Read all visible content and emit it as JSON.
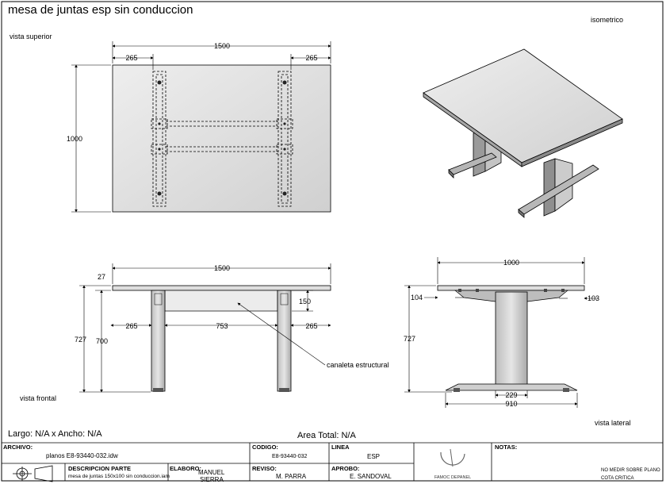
{
  "document": {
    "title": "mesa de juntas esp sin conduccion",
    "views": {
      "top": "vista superior",
      "iso": "isometrico",
      "front": "vista frontal",
      "side": "vista lateral"
    },
    "dimensions": {
      "top_width": "1500",
      "top_depth": "1000",
      "top_left_offset": "265",
      "top_right_offset": "265",
      "front_width": "1500",
      "front_thickness": "27",
      "front_total_height": "727",
      "front_leg_height": "700",
      "front_beam_height": "150",
      "front_left": "265",
      "front_center": "753",
      "front_right": "265",
      "side_width": "1000",
      "side_left": "104",
      "side_right": "103",
      "side_height": "727",
      "side_foot_inner": "229",
      "side_foot_outer": "910"
    },
    "annotation": "canaleta estructural",
    "summary": {
      "size": "Largo: N/A x Ancho: N/A",
      "area": "Area Total: N/A"
    },
    "title_block": {
      "archivo_label": "ARCHIVO:",
      "archivo_value": "planos E8-93440-032.idw",
      "codigo_label": "CODIGO:",
      "codigo_value": "E8-93440-032",
      "linea_label": "LINEA",
      "linea_value": "ESP",
      "notas_label": "NOTAS:",
      "descripcion_label": "DESCRIPCION PARTE",
      "descripcion_value": "mesa de juntas 150x100 sin conduccion.iam",
      "elaboro_label": "ELABORO:",
      "elaboro_value_1": "MANUEL",
      "elaboro_value_2": "SIERRA",
      "reviso_label": "REVISO:",
      "reviso_value": "M. PARRA",
      "aprobo_label": "APROBO:",
      "aprobo_value": "E. SANDOVAL",
      "logo_text": "FAMOC DEPANEL",
      "note_1": "NO MEDIR SOBRE PLANO",
      "note_2": "COTA CRITICA"
    }
  }
}
